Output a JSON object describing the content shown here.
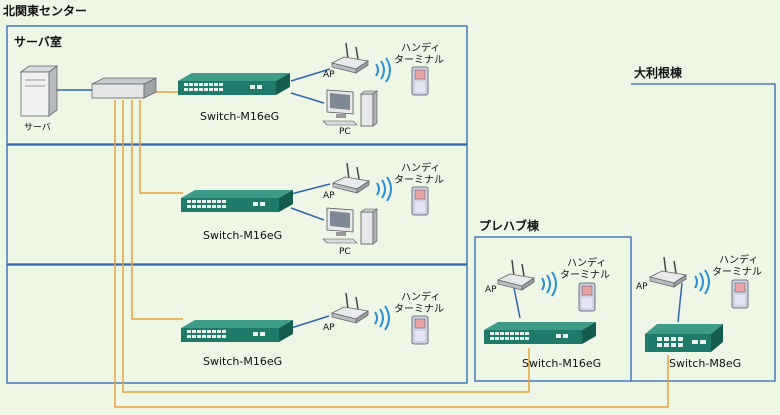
{
  "title": "北関東センター",
  "areas": {
    "server_room": "サーバ室",
    "prefab": "プレハブ棟",
    "otone": "大利根棟"
  },
  "labels": {
    "server": "サーバ",
    "ap": "AP",
    "pc": "PC",
    "handy_1": "ハンディ",
    "handy_2": "ターミナル",
    "switch_m16eg": "Switch-M16eG",
    "switch_m8eg": "Switch-M8eG"
  },
  "colors": {
    "background": "#eef6e6",
    "room_border": "#2e67b1",
    "lan_cable": "#2e67b1",
    "fiber_cable": "#e8a23a",
    "switch_green": "#1f7a6a",
    "wifi": "#2a8fd4"
  }
}
